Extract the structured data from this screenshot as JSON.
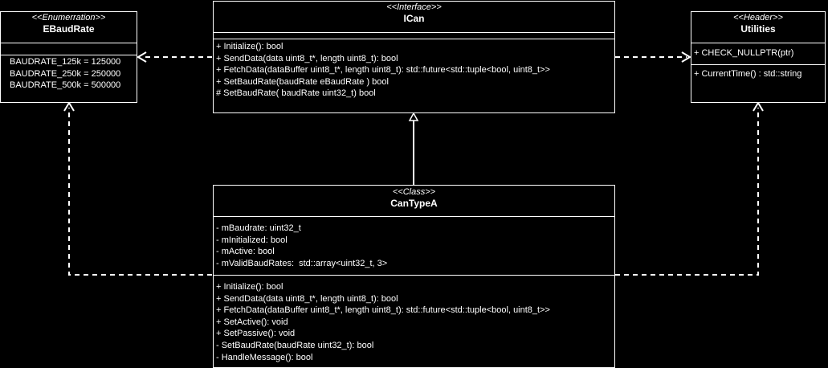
{
  "colors": {
    "background": "#000000",
    "line": "#ffffff",
    "text": "#ffffff"
  },
  "ebaudrate": {
    "stereotype": "<<Enumerration>>",
    "name": "EBaudRate",
    "attributes": [
      "BAUDRATE_125k = 125000",
      "BAUDRATE_250k = 250000",
      "BAUDRATE_500k = 500000"
    ]
  },
  "ican": {
    "stereotype": "<<Interface>>",
    "name": "ICan",
    "methods": [
      "+ Initialize(): bool",
      "+ SendData(data uint8_t*, length uint8_t): bool",
      "+ FetchData(dataBuffer uint8_t*, length uint8_t): std::future<std::tuple<bool, uint8_t>>",
      "+ SetBaudRate(baudRate eBaudRate ) bool",
      "# SetBaudRate( baudRate uint32_t) bool"
    ]
  },
  "utilities": {
    "stereotype": "<<Header>>",
    "name": "Utilities",
    "section1": [
      "+ CHECK_NULLPTR(ptr)"
    ],
    "section2": [
      "+ CurrentTime() : std::string"
    ]
  },
  "cantypea": {
    "stereotype": "<<Class>>",
    "name": "CanTypeA",
    "attributes": [
      "- mBaudrate: uint32_t",
      "- mInitialized: bool",
      "- mActive: bool",
      "- mValidBaudRates:  std::array<uint32_t, 3>"
    ],
    "methods": [
      "+ Initialize(): bool",
      "+ SendData(data uint8_t*, length uint8_t): bool",
      "+ FetchData(dataBuffer uint8_t*, length uint8_t): std::future<std::tuple<bool, uint8_t>>",
      "+ SetActive(): void",
      "+ SetPassive(): void",
      "- SetBaudRate(baudRate uint32_t): bool",
      "- HandleMessage(): bool"
    ]
  },
  "relations": [
    {
      "from": "ican",
      "to": "ebaudrate",
      "type": "dependency"
    },
    {
      "from": "ican",
      "to": "utilities",
      "type": "dependency"
    },
    {
      "from": "cantypea",
      "to": "ican",
      "type": "realization"
    },
    {
      "from": "cantypea",
      "to": "ebaudrate",
      "type": "dependency"
    },
    {
      "from": "cantypea",
      "to": "utilities",
      "type": "dependency"
    }
  ]
}
